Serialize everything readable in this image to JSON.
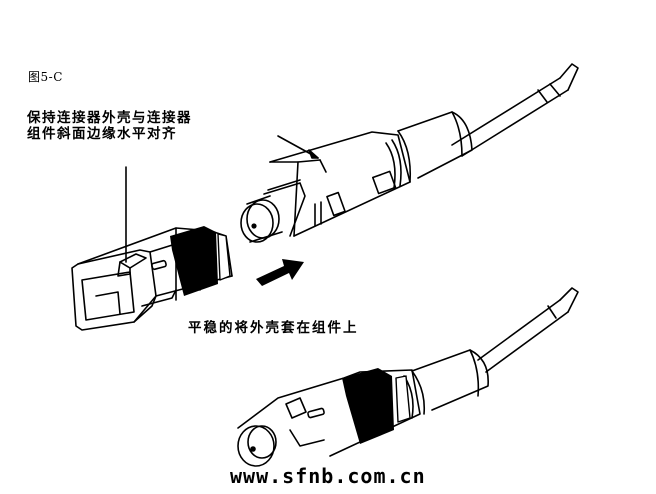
{
  "figure": {
    "label": "图5-C",
    "callout_line1": "保持连接器外壳与连接器",
    "callout_line2": "组件斜面边缘水平对齐",
    "step_caption": "平稳的将外壳套在组件上",
    "watermark": "www.sfnb.com.cn"
  },
  "components": {
    "housing": "connector-outer-housing",
    "assembly_top": "connector-sub-assembly-with-ferrule",
    "assembly_bottom": "assembled-sc-connector",
    "arrow": "insertion-direction-arrow"
  },
  "colors": {
    "ink": "#000000",
    "background": "#ffffff"
  }
}
